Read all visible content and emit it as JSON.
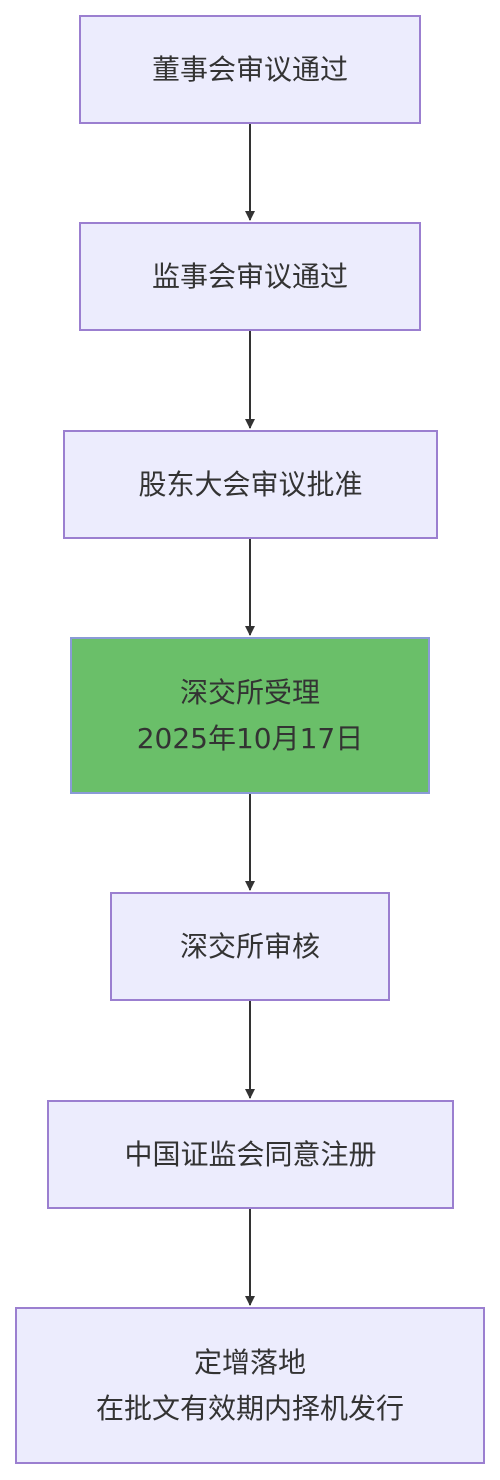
{
  "flowchart": {
    "nodes": [
      {
        "id": "board_approval",
        "lines": [
          "董事会审议通过"
        ]
      },
      {
        "id": "supervisory_approval",
        "lines": [
          "监事会审议通过"
        ]
      },
      {
        "id": "shareholder_approval",
        "lines": [
          "股东大会审议批准"
        ]
      },
      {
        "id": "szse_acceptance",
        "lines": [
          "深交所受理",
          "2025年10月17日"
        ],
        "highlight": true,
        "fill": "#6abf69"
      },
      {
        "id": "szse_review",
        "lines": [
          "深交所审核"
        ]
      },
      {
        "id": "csrc_registration",
        "lines": [
          "中国证监会同意注册"
        ]
      },
      {
        "id": "placement_execution",
        "lines": [
          "定增落地",
          "在批文有效期内择机发行"
        ]
      }
    ],
    "edges": [
      [
        "board_approval",
        "supervisory_approval"
      ],
      [
        "supervisory_approval",
        "shareholder_approval"
      ],
      [
        "shareholder_approval",
        "szse_acceptance"
      ],
      [
        "szse_acceptance",
        "szse_review"
      ],
      [
        "szse_review",
        "csrc_registration"
      ],
      [
        "csrc_registration",
        "placement_execution"
      ]
    ],
    "colors": {
      "node_fill": "#ececfd",
      "node_border": "#9b7fd0",
      "highlight_fill": "#6abf69",
      "edge": "#333333",
      "text": "#333333"
    }
  }
}
